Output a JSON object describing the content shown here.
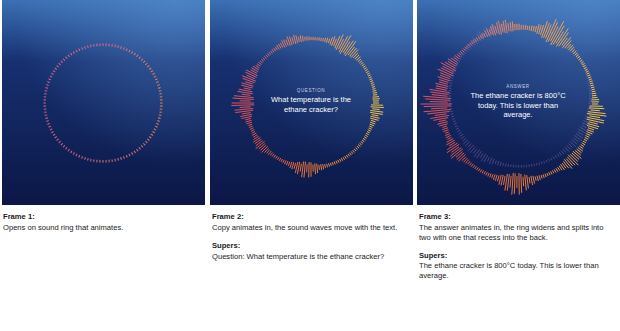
{
  "diagram": {
    "nodes": [
      {
        "text": [
          "QUESTION",
          "What temperature is the ethane cracker?"
        ]
      },
      {
        "text": [
          "ANSWER",
          "The ethane cracker is 800°C today. This is lower than average."
        ]
      }
    ],
    "labels": [
      "Frame 1:",
      "Opens on sound ring that animates.",
      "Frame 2:",
      "Copy animates in, the sound waves move with the text.",
      "Supers:",
      "Question: What temperature is the ethane cracker?",
      "Frame 3:",
      "The answer animates in, the ring widens and splits into two with one that recess into the back.",
      "Supers:",
      "The ethane cracker is 800°C today. This is lower than average."
    ]
  }
}
